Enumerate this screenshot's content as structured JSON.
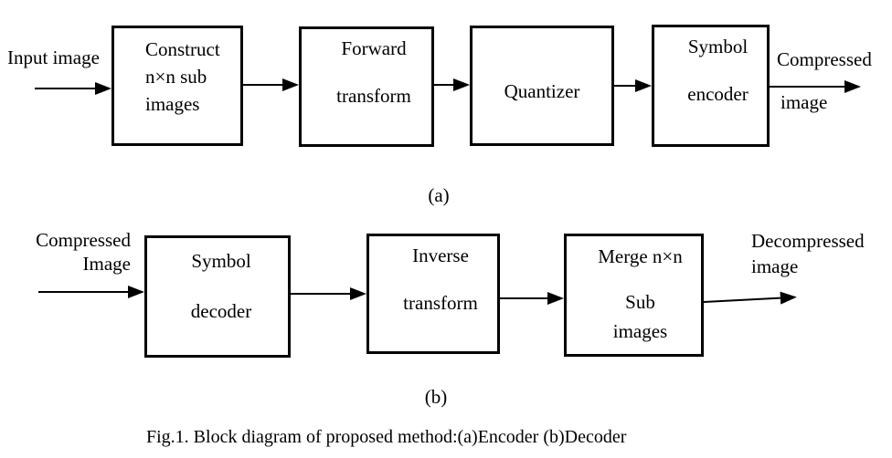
{
  "figure": {
    "encoder": {
      "input_label": "Input image",
      "box1": {
        "line1": "Construct",
        "line2": "n×n sub",
        "line3": "images"
      },
      "box2": {
        "line1": "Forward",
        "line2": "transform"
      },
      "box3": {
        "line1": "Quantizer"
      },
      "box4": {
        "line1": "Symbol",
        "line2": "encoder"
      },
      "output_label": {
        "line1": "Compressed",
        "line2": "image"
      },
      "tag": "(a)"
    },
    "decoder": {
      "input_label": {
        "line1": "Compressed",
        "line2": "Image"
      },
      "box1": {
        "line1": "Symbol",
        "line2": "decoder"
      },
      "box2": {
        "line1": "Inverse",
        "line2": "transform"
      },
      "box3": {
        "line1": "Merge n×n",
        "line2": "Sub",
        "line3": "images"
      },
      "output_label": {
        "line1": "Decompressed",
        "line2": "image"
      },
      "tag": "(b)"
    },
    "caption": "Fig.1. Block diagram of proposed method:(a)Encoder (b)Decoder"
  }
}
